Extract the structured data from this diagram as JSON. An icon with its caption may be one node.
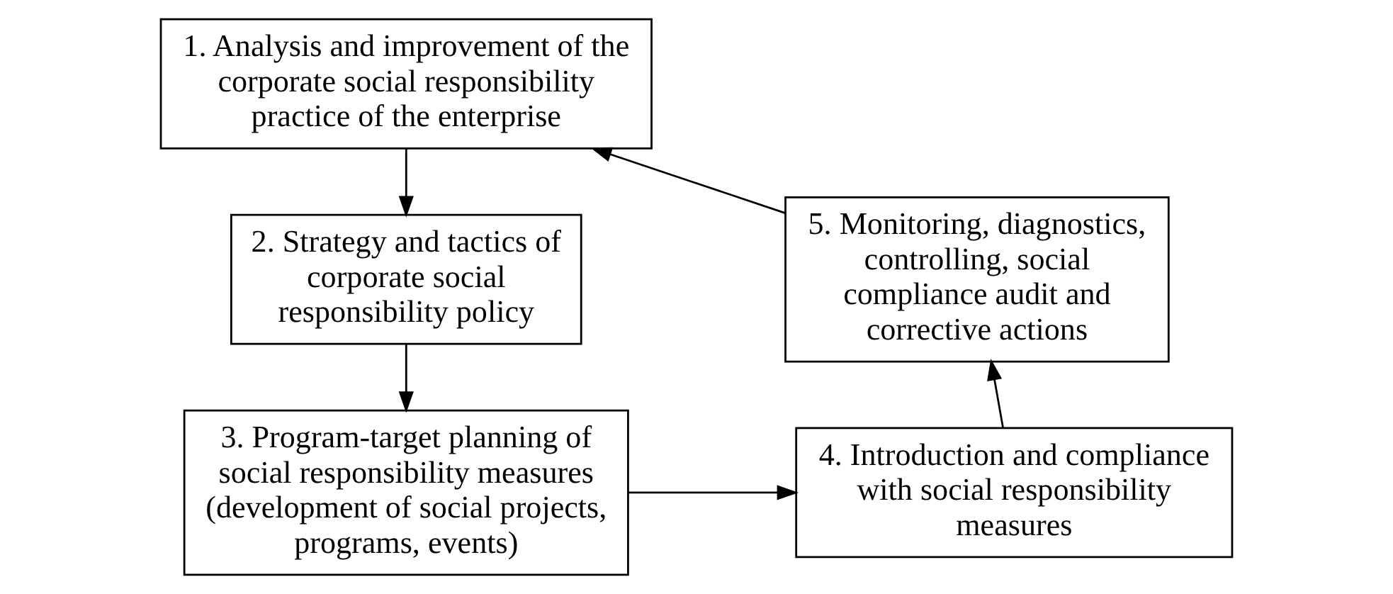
{
  "diagram": {
    "nodes": [
      {
        "text": [
          "1. Analysis and improvement of the corporate social responsibility practice of the enterprise"
        ]
      },
      {
        "text": [
          "2. Strategy and tactics of corporate social responsibility policy"
        ]
      },
      {
        "text": [
          "3. Program-target planning of social responsibility measures (development of social projects, programs, events)"
        ]
      },
      {
        "text": [
          "4. Introduction and compliance with social responsibility measures"
        ]
      },
      {
        "text": [
          "5. Monitoring, diagnostics, controlling, social compliance audit and corrective actions"
        ]
      }
    ],
    "edges": [
      {
        "from": 0,
        "to": 1,
        "arrow": "to"
      },
      {
        "from": 1,
        "to": 2,
        "arrow": "to"
      },
      {
        "from": 2,
        "to": 3,
        "arrow": "to"
      },
      {
        "from": 3,
        "to": 4,
        "arrow": "to"
      },
      {
        "from": 4,
        "to": 0,
        "arrow": "to"
      }
    ]
  }
}
